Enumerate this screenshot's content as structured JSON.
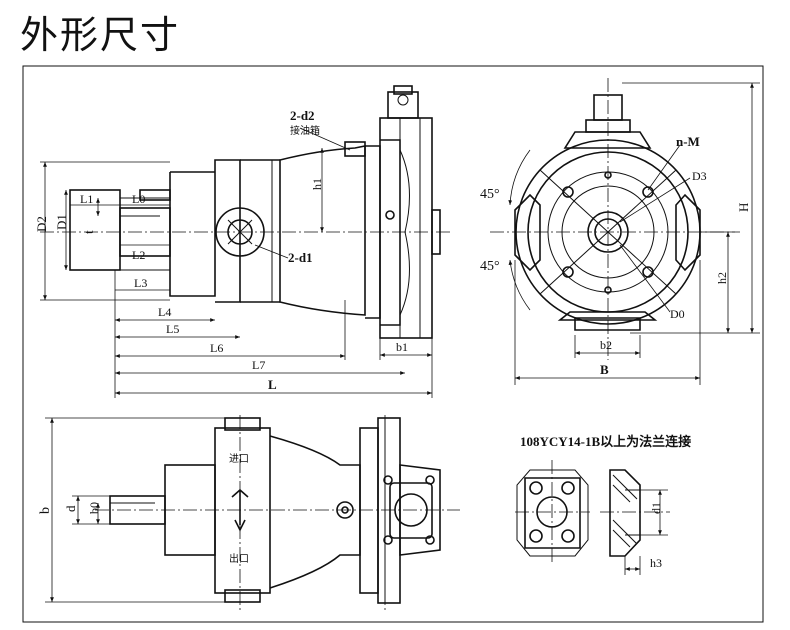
{
  "title": "外形尺寸",
  "labels": {
    "d2_note": "2-d2",
    "oil_drain": "接油箱",
    "L1": "L1",
    "L0": "L0",
    "L2": "L2",
    "L3": "L3",
    "L4": "L4",
    "L5": "L5",
    "L6": "L6",
    "L7": "L7",
    "L": "L",
    "D2": "D2",
    "D1": "D1",
    "t": "t",
    "h1": "h1",
    "d1_note": "2-d1",
    "b1": "b1",
    "nM": "n-M",
    "D3": "D3",
    "D0": "D0",
    "angle1": "45°",
    "angle2": "45°",
    "H": "H",
    "h2": "h2",
    "b2": "b2",
    "B": "B",
    "b": "b",
    "d": "d",
    "b0": "b0",
    "inlet": "进口",
    "outlet": "出口",
    "flange_note": "108YCY14-1B以上为法兰连接",
    "d1": "d1",
    "h3": "h3"
  }
}
